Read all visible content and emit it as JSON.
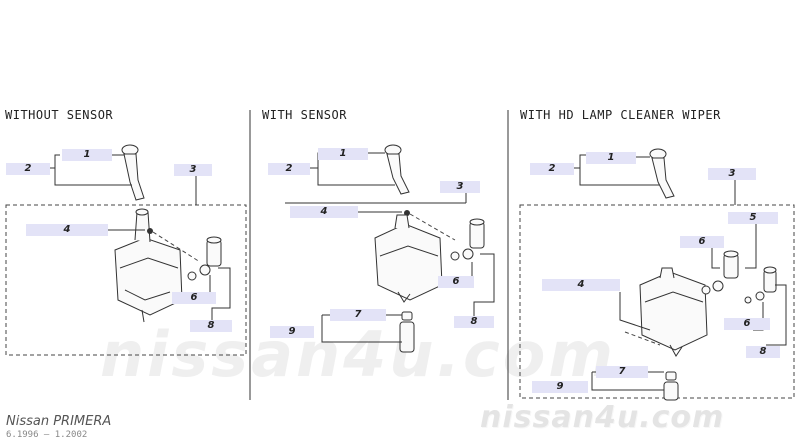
{
  "sections": {
    "without_sensor": "WITHOUT SENSOR",
    "with_sensor": "WITH SENSOR",
    "hd_lamp": "WITH HD LAMP CLEANER WIPER"
  },
  "callouts": {
    "s1": {
      "c1": "1",
      "c2": "2",
      "c3": "3",
      "c4": "4",
      "c6": "6",
      "c8": "8"
    },
    "s2": {
      "c1": "1",
      "c2": "2",
      "c3": "3",
      "c4": "4",
      "c6": "6",
      "c7": "7",
      "c8": "8",
      "c9": "9"
    },
    "s3": {
      "c1": "1",
      "c2": "2",
      "c3": "3",
      "c4": "4",
      "c5": "5",
      "c6a": "6",
      "c6b": "6",
      "c7": "7",
      "c8": "8",
      "c9": "9"
    }
  },
  "branding": {
    "model": "Nissan PRIMERA",
    "years": "6.1996 – 1.2002",
    "watermark": "nissan4u.com",
    "watermark_large": "nissan4u.com"
  },
  "colors": {
    "callout_bg": "#e3e3f7",
    "line": "#333333"
  }
}
